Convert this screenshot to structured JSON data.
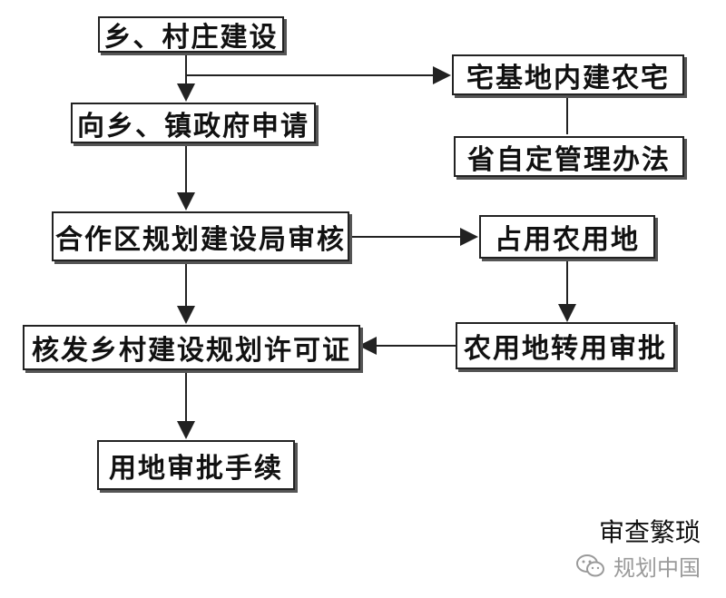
{
  "nodes": {
    "village_construction": "乡、村庄建设",
    "apply_township_gov": "向乡、镇政府申请",
    "zone_planning_review": "合作区规划建设局审核",
    "issue_rural_permit": "核发乡村建设规划许可证",
    "land_approval_procedures": "用地审批手续",
    "homestead_build_house": "宅基地内建农宅",
    "provincial_rules": "省自定管理办法",
    "occupy_farmland": "占用农用地",
    "farmland_conversion_approval": "农用地转用审批"
  },
  "caption": "审查繁琐",
  "watermark": {
    "text": "规划中国",
    "icon": "wechat-icon"
  },
  "colors": {
    "line": "#222222",
    "box_border": "#222222",
    "watermark": "#9a9a9a"
  }
}
